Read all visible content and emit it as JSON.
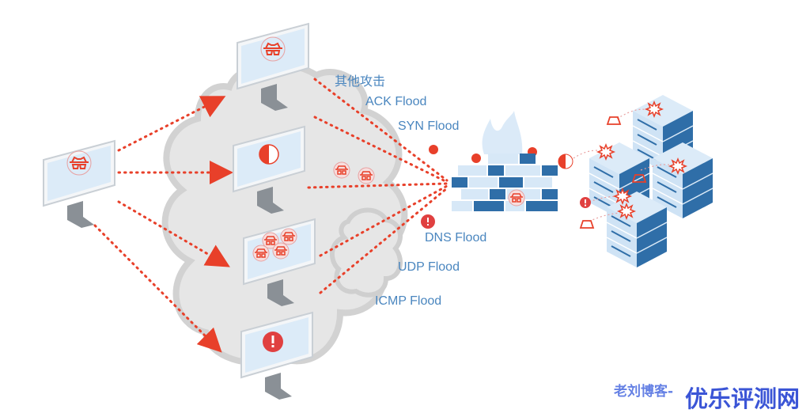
{
  "title": "DDoS attack diagram",
  "attack_types": [
    {
      "label": "其他攻击"
    },
    {
      "label": "ACK Flood"
    },
    {
      "label": "SYN Flood"
    },
    {
      "label": "DNS Flood"
    },
    {
      "label": "UDP Flood"
    },
    {
      "label": "ICMP Flood"
    }
  ],
  "nodes": {
    "attacker": {
      "icon": "hacker-icon"
    },
    "zombies": [
      {
        "icon": "hacker-icon"
      },
      {
        "icon": "two-face-icon"
      },
      {
        "icon": "multi-hacker-icon"
      },
      {
        "icon": "alert-icon"
      }
    ],
    "firewall": {
      "icon": "brick-wall-icon"
    },
    "servers": {
      "icon": "server-stack-icon"
    }
  },
  "colors": {
    "label_blue": "#4a86bf",
    "attack_red": "#e8402a",
    "cloud_grey": "#e6e6e6",
    "cloud_edge": "#cfcfcf",
    "screen_blue": "#dcebf8",
    "brick_dark": "#2f6ea8",
    "brick_light": "#d7e8f7"
  },
  "watermark": {
    "line1": "老刘博客-",
    "line2": "优乐评测网"
  }
}
